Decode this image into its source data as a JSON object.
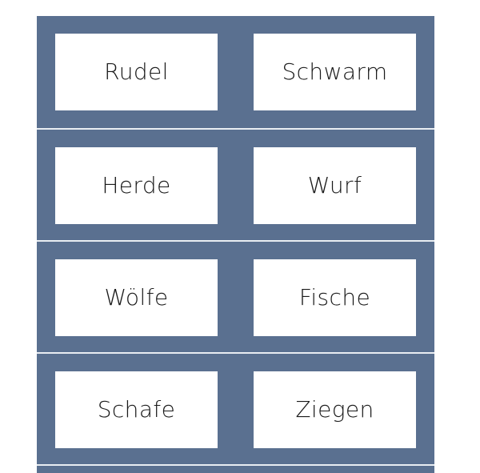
{
  "panel": {
    "background_color": "#5A7090",
    "divider_color": "#e9edf2",
    "card_background_color": "#ffffff",
    "text_color": "#1a1a1a"
  },
  "exercise": {
    "rows": [
      {
        "left": {
          "label": "Rudel"
        },
        "right": {
          "label": "Schwarm"
        }
      },
      {
        "left": {
          "label": "Herde"
        },
        "right": {
          "label": "Wurf"
        }
      },
      {
        "left": {
          "label": "Wölfe"
        },
        "right": {
          "label": "Fische"
        }
      },
      {
        "left": {
          "label": "Schafe"
        },
        "right": {
          "label": "Ziegen"
        }
      }
    ]
  }
}
